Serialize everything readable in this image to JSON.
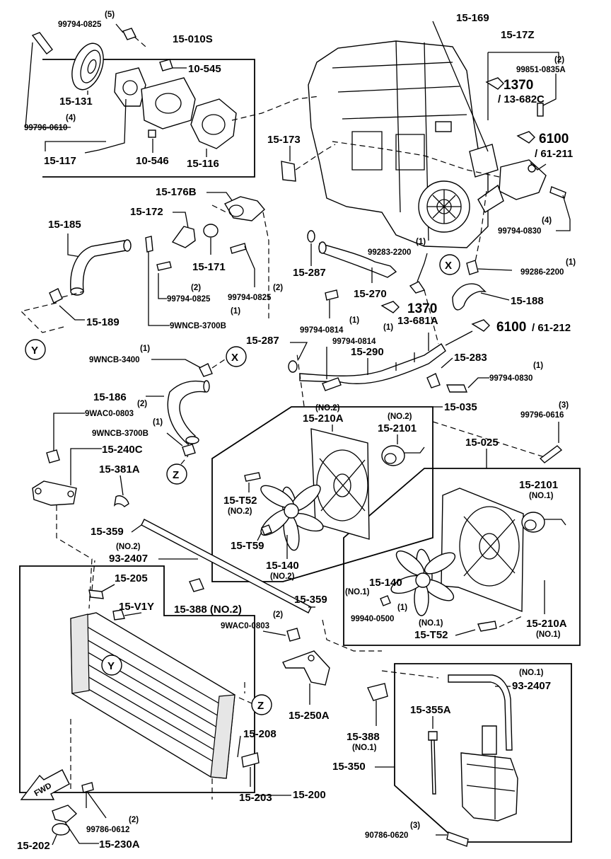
{
  "diagram": {
    "engine_labels": {
      "l15_169": "15-169",
      "l15_17z": "15-17Z",
      "l99851_qty": "(2)",
      "l99851": "99851-0835A",
      "l1370a": "1370",
      "l13682c": "/ 13-682C",
      "l6100a": "6100",
      "l61211": "/ 61-211",
      "l99794_0830a_qty": "(4)",
      "l99794_0830a": "99794-0830",
      "l15_173": "15-173",
      "l99286_qty": "(1)",
      "l99286": "99286-2200",
      "l15_188": "15-188",
      "l99283_qty": "(1)",
      "l99283": "99283-2200"
    },
    "pump_labels": {
      "l5qty": "(5)",
      "l99794_0825a": "99794-0825",
      "l15_010s": "15-010S",
      "l10_545": "10-545",
      "l15_131": "15-131",
      "l4qty": "(4)",
      "l99796_0610": "99796-0610",
      "l15_117": "15-117",
      "l10_546": "10-546",
      "l15_116": "15-116"
    },
    "hose_labels": {
      "l15_176b": "15-176B",
      "l15_172": "15-172",
      "l15_185": "15-185",
      "l15_171": "15-171",
      "l99794_0825b_qty": "(2)",
      "l99794_0825b": "99794-0825",
      "l99794_0825c_qty": "(2)",
      "l99794_0825c": "99794-0825",
      "l15_287a": "15-287",
      "l15_270": "15-270",
      "l15_189": "15-189",
      "l9wncb3700a_qty": "(1)",
      "l9wncb3700a": "9WNCB-3700B",
      "l99794_0814a_qty": "(1)",
      "l99794_0814a": "99794-0814",
      "l1370b": "1370",
      "l13681a": "13-681A",
      "l6100b": "6100",
      "l61212": "/ 61-212",
      "l15_287b": "15-287",
      "l99794_0814b_qty": "(1)",
      "l99794_0814b": "99794-0814",
      "l15_290": "15-290",
      "l9wncb3400_qty": "(1)",
      "l9wncb3400": "9WNCB-3400",
      "l15_283": "15-283",
      "l99794_0830b_qty": "(1)",
      "l99794_0830b": "99794-0830",
      "l15_186": "15-186",
      "l9wac0803a_qty": "(2)",
      "l9wac0803a": "9WAC0-0803",
      "l9wncb3700b_qty": "(1)",
      "l9wncb3700b": "9WNCB-3700B",
      "l15_240c": "15-240C",
      "l15_381a": "15-381A",
      "callout_x": "X",
      "callout_y": "Y",
      "callout_z": "Z"
    },
    "fan_labels": {
      "l15_035": "15-035",
      "l_no2a": "(NO.2)",
      "l15_210a_top": "15-210A",
      "l_no2b": "(NO.2)",
      "l15_2101_top": "15-2101",
      "l99796_0616_qty": "(3)",
      "l99796_0616": "99796-0616",
      "l15_025": "15-025",
      "l15_t52a": "15-T52",
      "l_no2c": "(NO.2)",
      "l15_t59": "15-T59",
      "l15_140a": "15-140",
      "l_no2d": "(NO.2)",
      "l15_2101b": "15-2101",
      "l_no1a": "(NO.1)",
      "l15_140b": "15-140",
      "l_no1b": "(NO.1)",
      "l99940_qty": "(1)",
      "l99940": "99940-0500",
      "l_no1c": "(NO.1)",
      "l15_t52b": "15-T52",
      "l15_210a_bot": "15-210A",
      "l_no1d": "(NO.1)"
    },
    "radiator_labels": {
      "l15_359a": "15-359",
      "l_no2e": "(NO.2)",
      "l93_2407a": "93-2407",
      "l15_205": "15-205",
      "l15_v1y": "15-V1Y",
      "l15_388a": "15-388 (NO.2)",
      "l15_359b": "15-359",
      "l9wac0803b_qty": "(2)",
      "l9wac0803b": "9WAC0-0803",
      "l15_250a": "15-250A",
      "l15_208": "15-208",
      "l15_203": "15-203",
      "l15_200": "15-200",
      "fwd": "FWD",
      "l99786_qty": "(2)",
      "l99786": "99786-0612",
      "l15_202": "15-202",
      "l15_230a": "15-230A"
    },
    "reservoir_labels": {
      "l_no1e": "(NO.1)",
      "l93_2407b": "93-2407",
      "l15_355a": "15-355A",
      "l15_388b": "15-388",
      "l_no1f": "(NO.1)",
      "l15_350": "15-350",
      "l90786_qty": "(3)",
      "l90786": "90786-0620"
    }
  }
}
